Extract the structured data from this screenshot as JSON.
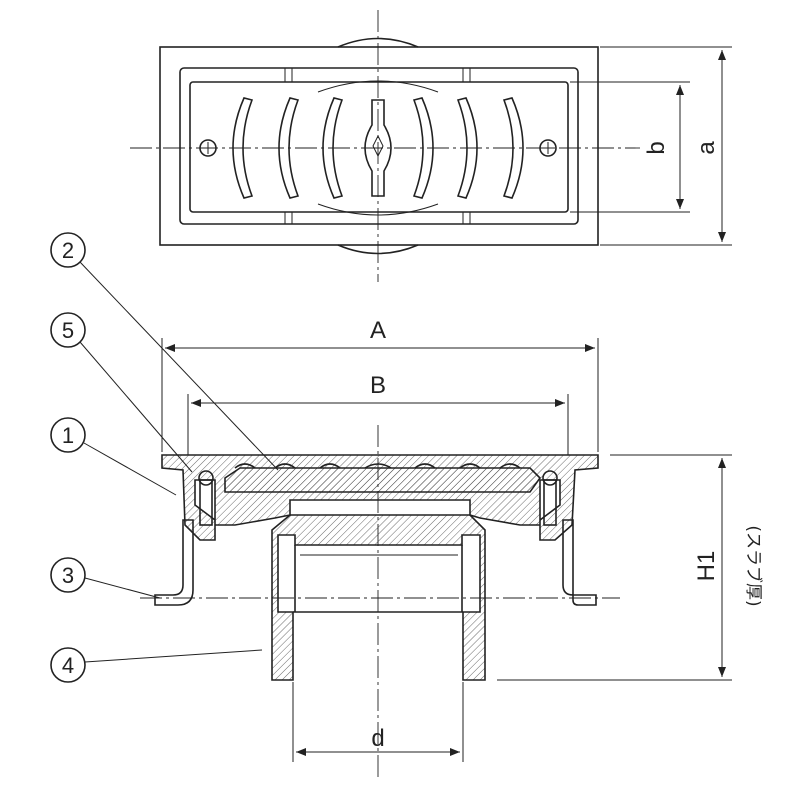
{
  "dimensions": {
    "A": "A",
    "B": "B",
    "a": "a",
    "b": "b",
    "d": "d",
    "H1": "H1",
    "slab_note": "(スラブ厚)"
  },
  "callouts": [
    "①",
    "②",
    "③",
    "④",
    "⑤"
  ]
}
